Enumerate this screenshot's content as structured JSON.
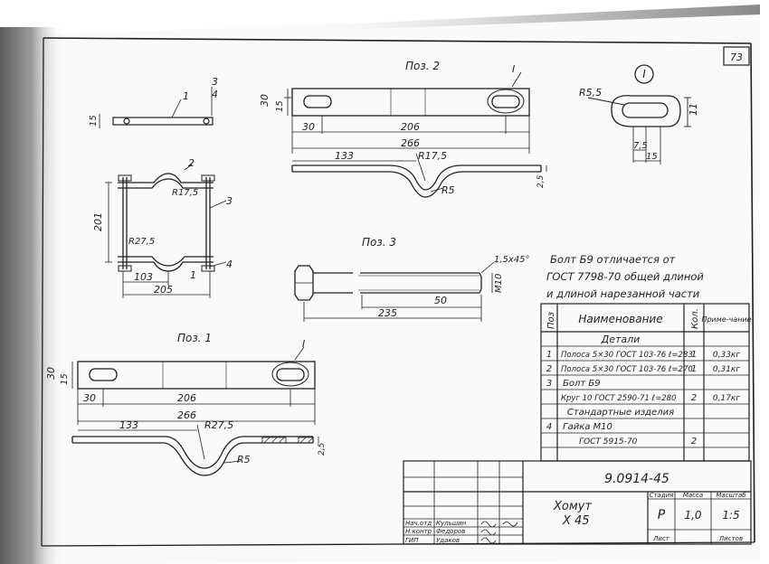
{
  "sheet": {
    "page_number": "73",
    "document_code": "9.0914-45",
    "title_line1": "Хомут",
    "title_line2": "Х 45"
  },
  "detail_callout": {
    "label": "I",
    "radius": "R5,5",
    "height": "11",
    "dim_a": "7,5",
    "dim_b": "15"
  },
  "pos2": {
    "title": "Поз. 2",
    "callout": "I",
    "h30": "30",
    "h15": "15",
    "d30": "30",
    "d206": "206",
    "d266": "266",
    "d133": "133",
    "r17_5": "R17,5",
    "r5": "R5",
    "d25": "2,5"
  },
  "assembly": {
    "tag1_top": "1",
    "tag3_top": "3",
    "tag4_top": "4",
    "h15": "15",
    "tag2": "2",
    "tag3": "3",
    "tag4": "4",
    "tag1": "1",
    "r17_5": "R17,5",
    "r27_5": "R27,5",
    "d201": "201",
    "d103": "103",
    "d205": "205"
  },
  "pos3": {
    "title": "Поз. 3",
    "chamfer": "1,5х45°",
    "thread": "М10",
    "d50": "50",
    "d235": "235"
  },
  "pos1": {
    "title": "Поз. 1",
    "callout": "I",
    "h30": "30",
    "h15": "15",
    "d30": "30",
    "d206": "206",
    "d266": "266",
    "d133": "133",
    "r27_5": "R27,5",
    "r5": "R5",
    "d25": "2,5"
  },
  "note": {
    "line1": "Болт Б9 отличается от",
    "line2": "ГОСТ 7798-70 общей длиной",
    "line3": "и длиной нарезанной части"
  },
  "spec_table": {
    "headers": {
      "pos": "Поз",
      "name": "Наименование",
      "qty": "Кол.",
      "note": "Приме-чание"
    },
    "section_parts": "Детали",
    "section_std": "Стандартные изделия",
    "rows": [
      {
        "pos": "1",
        "name": "Полоса 5×30 ГОСТ 103-76 ℓ=283",
        "qty": "1",
        "note": "0,33кг"
      },
      {
        "pos": "2",
        "name": "Полоса 5×30 ГОСТ 103-76 ℓ=270",
        "qty": "1",
        "note": "0,31кг"
      },
      {
        "pos": "3",
        "name": "Болт Б9",
        "qty": "",
        "note": ""
      },
      {
        "pos": "",
        "name": "Круг 10 ГОСТ 2590-71 ℓ=280",
        "qty": "2",
        "note": "0,17кг"
      },
      {
        "pos": "4",
        "name": "Гайка М10",
        "qty": "",
        "note": ""
      },
      {
        "pos": "",
        "name": "ГОСТ 5915-70",
        "qty": "2",
        "note": ""
      }
    ]
  },
  "title_block": {
    "stage_label": "Стадия",
    "mass_label": "Масса",
    "scale_label": "Масштаб",
    "stage": "Р",
    "mass": "1,0",
    "scale": "1:5",
    "sheet_label": "Лист",
    "sheets_label": "Листов",
    "roles": [
      {
        "role": "Нач.отд",
        "name": "Кульшин"
      },
      {
        "role": "Н.контр",
        "name": "Федоров"
      },
      {
        "role": "ГИП",
        "name": "Удаков"
      }
    ]
  },
  "colors": {
    "ink": "#1f1f1f",
    "paper": "#fafafa",
    "margin_shadow": "#8a8a8a"
  }
}
